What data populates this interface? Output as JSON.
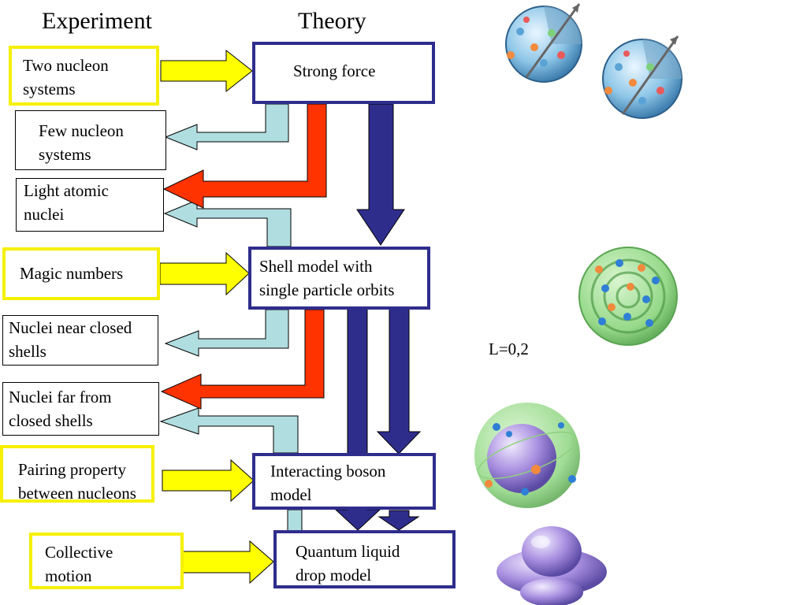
{
  "headings": {
    "experiment": "Experiment",
    "theory": "Theory"
  },
  "experiment_boxes": {
    "two_nucleon": [
      "Two nucleon",
      "systems"
    ],
    "few_nucleon": [
      "Few nucleon",
      "systems"
    ],
    "light_nuclei": [
      "Light atomic",
      "nuclei"
    ],
    "magic_numbers": [
      "Magic numbers"
    ],
    "near_closed": [
      "Nuclei near closed",
      "shells"
    ],
    "far_closed": [
      "Nuclei far from",
      "closed shells"
    ],
    "pairing": [
      "Pairing property",
      "between nucleons"
    ],
    "collective": [
      "Collective",
      "motion"
    ]
  },
  "theory_boxes": {
    "strong_force": [
      "Strong force"
    ],
    "shell_model": [
      "Shell model with",
      "single particle orbits"
    ],
    "ibm": [
      "Interacting boson",
      "model"
    ],
    "liquid_drop": [
      "Quantum liquid",
      "drop model"
    ]
  },
  "annotation": "L=0,2",
  "colors": {
    "yellow_border": "#f6f000",
    "yellow_arrow": "#ffff00",
    "navy": "#2f2d8c",
    "red_arrow": "#ff3300",
    "light_blue_arrow": "#b0dde0"
  }
}
